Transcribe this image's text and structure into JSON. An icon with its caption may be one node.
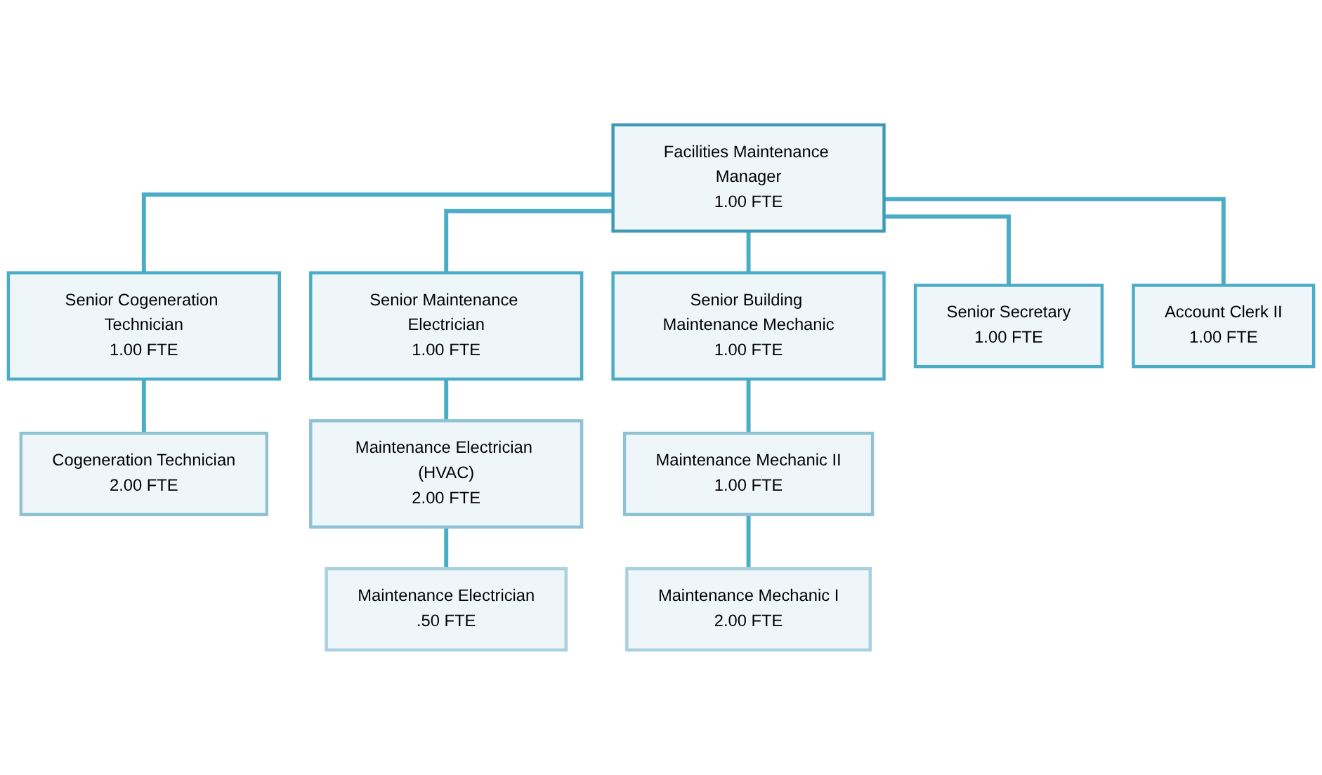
{
  "diagram": {
    "nodes": [
      {
        "text": [
          "Facilities Maintenance Manager",
          "1.00 FTE"
        ]
      },
      {
        "text": [
          "Senior Cogeneration Technician",
          "1.00 FTE"
        ]
      },
      {
        "text": [
          "Senior Maintenance Electrician",
          "1.00 FTE"
        ]
      },
      {
        "text": [
          "Senior Building Maintenance Mechanic",
          "1.00 FTE"
        ]
      },
      {
        "text": [
          "Senior Secretary",
          "1.00 FTE"
        ]
      },
      {
        "text": [
          "Account Clerk II",
          "1.00 FTE"
        ]
      },
      {
        "text": [
          "Cogeneration Technician",
          "2.00 FTE"
        ]
      },
      {
        "text": [
          "Maintenance Electrician (HVAC)",
          "2.00 FTE"
        ]
      },
      {
        "text": [
          "Maintenance Mechanic II",
          "1.00 FTE"
        ]
      },
      {
        "text": [
          "Maintenance Electrician",
          ".50 FTE"
        ]
      },
      {
        "text": [
          "Maintenance Mechanic I",
          "2.00 FTE"
        ]
      }
    ],
    "edges": [
      {
        "from": 0,
        "to": 1,
        "arrow": "none"
      },
      {
        "from": 0,
        "to": 2,
        "arrow": "none"
      },
      {
        "from": 0,
        "to": 3,
        "arrow": "none"
      },
      {
        "from": 0,
        "to": 4,
        "arrow": "none"
      },
      {
        "from": 0,
        "to": 5,
        "arrow": "none"
      },
      {
        "from": 1,
        "to": 6,
        "arrow": "none"
      },
      {
        "from": 2,
        "to": 7,
        "arrow": "none"
      },
      {
        "from": 3,
        "to": 8,
        "arrow": "none"
      },
      {
        "from": 7,
        "to": 9,
        "arrow": "none"
      },
      {
        "from": 8,
        "to": 10,
        "arrow": "none"
      }
    ]
  }
}
